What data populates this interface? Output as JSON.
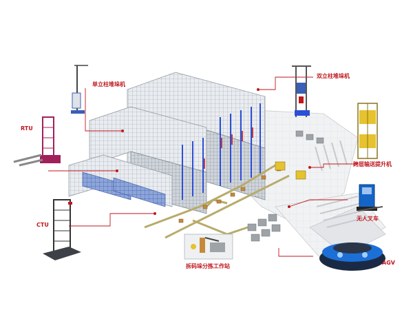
{
  "labels": {
    "single_mast_stacker": "单立柱堆垛机",
    "double_mast_stacker": "双立柱堆垛机",
    "rtu": "RTU",
    "cross_floor_lift": "跨层输送提升机",
    "ctu": "CTU",
    "unmanned_forklift": "无人叉车",
    "depalletize_station": "拆码垛分拣工作站",
    "agv": "AGV"
  },
  "colors": {
    "callout_red": "#c0161c",
    "rack_blue": "#3a5fb8",
    "stacker_blue": "#2b4fd6",
    "rtu_magenta": "#a0205a",
    "agv_blue": "#1d6fd8",
    "forklift_blue": "#1464c8",
    "lift_yellow": "#e6c22e"
  }
}
